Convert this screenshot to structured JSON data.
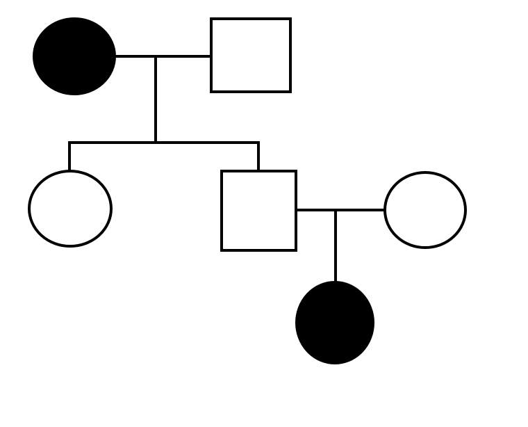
{
  "diagram_type": "pedigree-chart",
  "colors": {
    "affected": "#000000",
    "unaffected": "#ffffff",
    "line": "#000000",
    "background": "#ffffff"
  },
  "generations": [
    {
      "generation": 1,
      "members": [
        {
          "id": "g1-mother",
          "sex": "female",
          "affected": true
        },
        {
          "id": "g1-father",
          "sex": "male",
          "affected": false
        }
      ]
    },
    {
      "generation": 2,
      "members": [
        {
          "id": "g2-daughter",
          "sex": "female",
          "affected": false
        },
        {
          "id": "g2-son",
          "sex": "male",
          "affected": false
        },
        {
          "id": "g2-son-spouse",
          "sex": "female",
          "affected": false
        }
      ]
    },
    {
      "generation": 3,
      "members": [
        {
          "id": "g3-granddaughter",
          "sex": "female",
          "affected": true
        }
      ]
    }
  ],
  "relationships": [
    {
      "type": "mating",
      "partners": [
        "g1-mother",
        "g1-father"
      ],
      "children": [
        "g2-daughter",
        "g2-son"
      ]
    },
    {
      "type": "mating",
      "partners": [
        "g2-son",
        "g2-son-spouse"
      ],
      "children": [
        "g3-granddaughter"
      ]
    }
  ]
}
